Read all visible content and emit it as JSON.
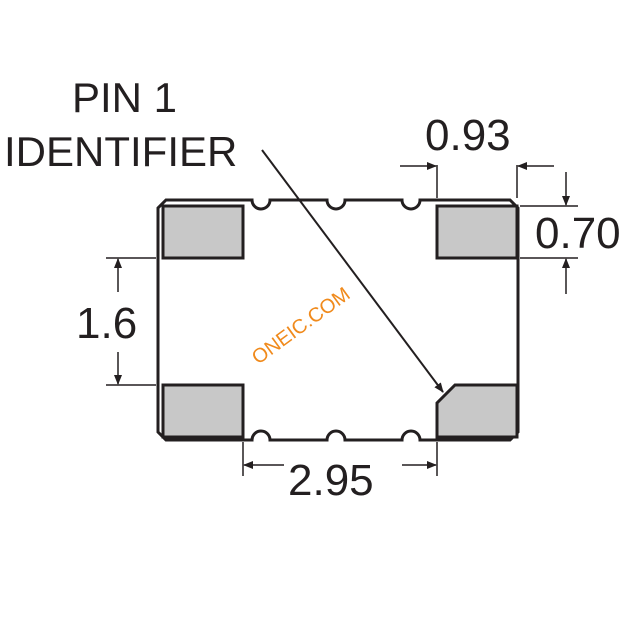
{
  "labels": {
    "pin1_line1": "PIN 1",
    "pin1_line2": "IDENTIFIER"
  },
  "dimensions": {
    "pad_width": "0.93",
    "pad_height": "0.70",
    "pad_vertical_spacing": "1.6",
    "pad_horizontal_spacing": "2.95"
  },
  "watermark": "ONEIC.COM",
  "colors": {
    "outline": "#231f20",
    "pad_fill": "#c8c8c8",
    "watermark": "#f08a1c"
  }
}
